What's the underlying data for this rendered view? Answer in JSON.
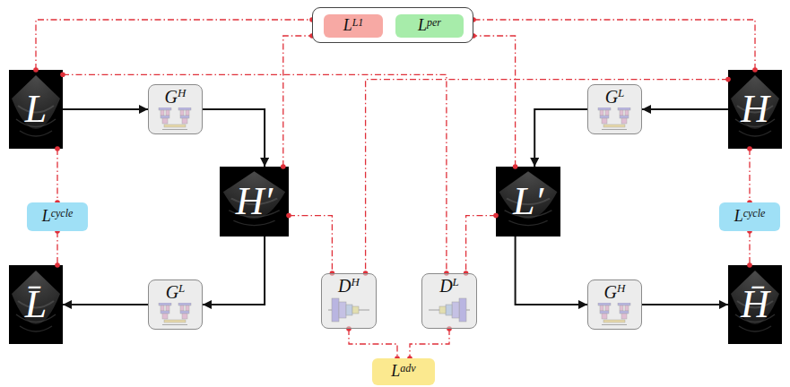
{
  "diagram": {
    "nodes": [
      {
        "text": []
      },
      {
        "text": [
          "L",
          "L1"
        ],
        "in": 0
      },
      {
        "text": [
          "L",
          "per"
        ],
        "in": 0
      },
      {
        "text": [
          "L"
        ]
      },
      {
        "text": [
          "G",
          "H"
        ]
      },
      {
        "text": [
          "G",
          "L"
        ]
      },
      {
        "text": [
          "H"
        ]
      },
      {
        "text": [
          "H′"
        ]
      },
      {
        "text": [
          "L′"
        ]
      },
      {
        "text": [
          "L",
          "cycle"
        ]
      },
      {
        "text": [
          "L",
          "cycle"
        ]
      },
      {
        "text": [
          "L̄"
        ]
      },
      {
        "text": [
          "G",
          "L"
        ]
      },
      {
        "text": [
          "D",
          "H"
        ]
      },
      {
        "text": [
          "D",
          "L"
        ]
      },
      {
        "text": [
          "G",
          "H"
        ]
      },
      {
        "text": [
          "H̄"
        ]
      },
      {
        "text": [
          "L",
          "adv"
        ]
      }
    ],
    "edges": [
      {
        "from": 3,
        "to": 4,
        "arrow": "to"
      },
      {
        "from": 4,
        "to": 7,
        "arrow": "to"
      },
      {
        "from": 7,
        "to": 12,
        "arrow": "to"
      },
      {
        "from": 12,
        "to": 11,
        "arrow": "to"
      },
      {
        "from": 6,
        "to": 5,
        "arrow": "to"
      },
      {
        "from": 5,
        "to": 8,
        "arrow": "to"
      },
      {
        "from": 8,
        "to": 15,
        "arrow": "to"
      },
      {
        "from": 15,
        "to": 16,
        "arrow": "to"
      },
      {
        "from": 3,
        "to": 9,
        "arrow": "none"
      },
      {
        "from": 9,
        "to": 11,
        "arrow": "none"
      },
      {
        "from": 6,
        "to": 10,
        "arrow": "none"
      },
      {
        "from": 10,
        "to": 16,
        "arrow": "none"
      },
      {
        "from": 7,
        "to": 13,
        "arrow": "none"
      },
      {
        "from": 8,
        "to": 14,
        "arrow": "none"
      },
      {
        "from": 3,
        "to": 14,
        "arrow": "none"
      },
      {
        "from": 6,
        "to": 13,
        "arrow": "none"
      },
      {
        "from": 13,
        "to": 17,
        "arrow": "none"
      },
      {
        "from": 14,
        "to": 17,
        "arrow": "none"
      },
      {
        "from": 3,
        "to": 0,
        "arrow": "none"
      },
      {
        "from": 7,
        "to": 0,
        "arrow": "none"
      },
      {
        "from": 8,
        "to": 0,
        "arrow": "none"
      },
      {
        "from": 6,
        "to": 0,
        "arrow": "none"
      }
    ]
  }
}
